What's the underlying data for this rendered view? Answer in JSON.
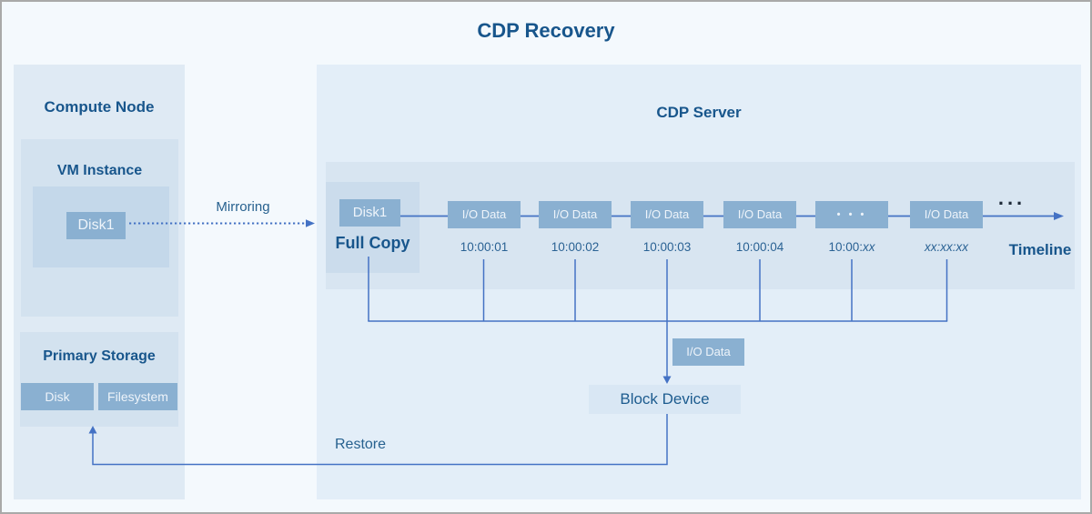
{
  "title": "CDP Recovery",
  "colors": {
    "accent_line": "#4472c4",
    "heading_text": "#18568c",
    "steel_box": "#8ab0d1",
    "panel_light": "#e3eef8",
    "panel_medium": "#d8e5f1"
  },
  "compute_node": {
    "title": "Compute Node",
    "vm_instance": {
      "title": "VM Instance",
      "disk_label": "Disk1"
    },
    "primary_storage": {
      "title": "Primary Storage",
      "disk_label": "Disk",
      "filesystem_label": "Filesystem"
    }
  },
  "mirroring_label": "Mirroring",
  "restore_label": "Restore",
  "cdp_server": {
    "title": "CDP Server",
    "full_copy": {
      "disk_label": "Disk1",
      "caption": "Full Copy"
    },
    "timeline": {
      "entries": [
        {
          "label": "I/O Data",
          "time": "10:00:01",
          "time_italic": ""
        },
        {
          "label": "I/O Data",
          "time": "10:00:02",
          "time_italic": ""
        },
        {
          "label": "I/O Data",
          "time": "10:00:03",
          "time_italic": ""
        },
        {
          "label": "I/O Data",
          "time": "10:00:04",
          "time_italic": ""
        },
        {
          "label": "• • •",
          "time": "10:00:",
          "time_italic": "xx"
        },
        {
          "label": "I/O Data",
          "time": "",
          "time_italic": "xx:xx:xx"
        }
      ],
      "overflow_ellipsis": "...",
      "axis_label": "Timeline"
    },
    "restored_io_label": "I/O Data",
    "block_device_label": "Block Device"
  }
}
